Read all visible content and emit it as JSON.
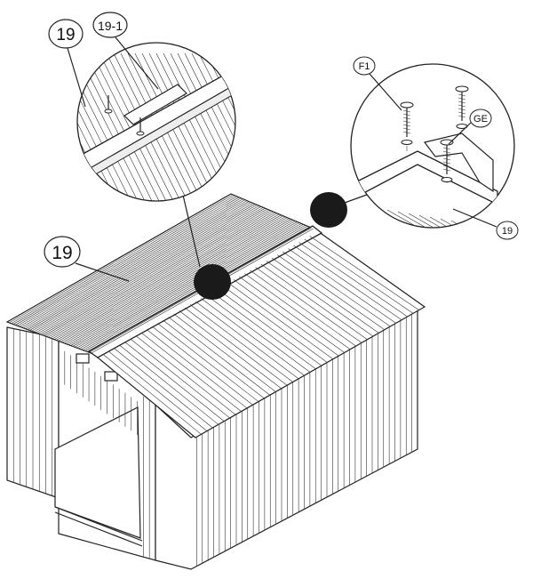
{
  "labels": {
    "part_19_main": "19",
    "part_19_detail_a": "19",
    "part_19_1": "19-1",
    "part_f1": "F1",
    "part_ge": "GE",
    "part_19_detail_b": "19"
  }
}
